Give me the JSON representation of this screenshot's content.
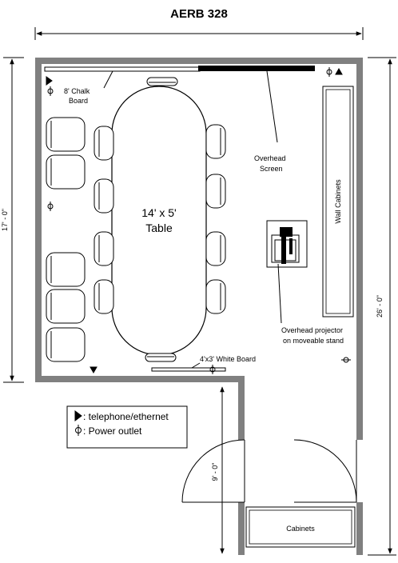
{
  "title": "AERB 328",
  "dimensions": {
    "left_height": "17' - 0\"",
    "right_height": "26' - 0\"",
    "corridor_width": "9' - 0\""
  },
  "labels": {
    "chalk_board_line1": "8' Chalk",
    "chalk_board_line2": "Board",
    "overhead_screen_line1": "Overhead",
    "overhead_screen_line2": "Screen",
    "table_line1": "14' x 5'",
    "table_line2": "Table",
    "wall_cabinets": "Wall Cabinets",
    "projector_line1": "Overhead projector",
    "projector_line2": "on moveable stand",
    "white_board": "4'x3' White Board",
    "cabinets": "Cabinets"
  },
  "legend": {
    "telephone": ": telephone/ethernet",
    "power": ": Power outlet"
  },
  "colors": {
    "wall": "#808080",
    "ink": "#000000",
    "paper": "#ffffff"
  },
  "icons": {
    "telephone": "flag-icon",
    "power": "circle-bar-icon"
  }
}
